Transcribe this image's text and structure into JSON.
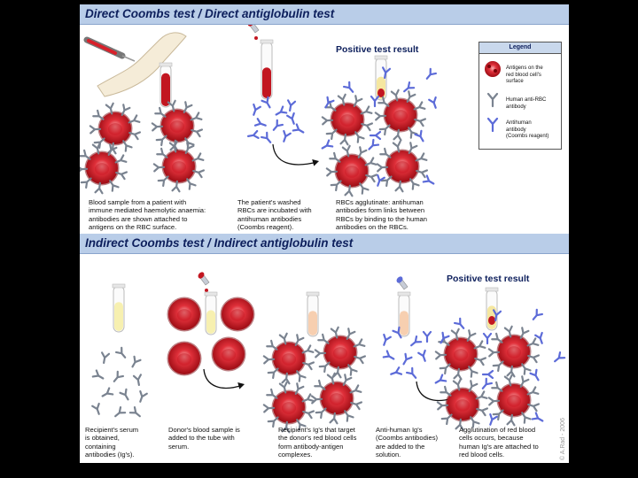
{
  "top": {
    "title": "Direct Coombs test / Direct antiglobulin test",
    "positive": "Positive test result",
    "captions": [
      "Blood sample from a patient with\nimmune mediated haemolytic anaemia:\nantibodies are shown attached to\nantigens on the RBC surface.",
      "The patient's washed\nRBCs are incubated with\nantihuman antibodies\n(Coombs reagent).",
      "RBCs agglutinate: antihuman\nantibodies form links between\nRBCs by binding to the human\nantibodies on the RBCs."
    ]
  },
  "bottom": {
    "title": "Indirect Coombs test / Indirect antiglobulin test",
    "positive": "Positive test result",
    "captions": [
      "Recipient's serum\nis obtained,\ncontaining\nantibodies (Ig's).",
      "Donor's blood sample is\nadded to the tube with\nserum.",
      "Recipient's Ig's that target\nthe donor's red blood cells\nform antibody-antigen\ncomplexes.",
      "Anti-human Ig's\n(Coombs antibodies)\nare added to the\nsolution.",
      "Agglutination of red blood\ncells occurs, because\nhuman Ig's are attached to\nred blood cells."
    ]
  },
  "legend": {
    "title": "Legend",
    "items": [
      "Antigens on the\nred blood cell's\nsurface",
      "Human anti-RBC\nantibody",
      "Antihuman\nantibody\n(Coombs reagent)"
    ]
  },
  "copyright": "© A.Rad - 2006",
  "colors": {
    "rbc": "#d8202a",
    "rbc_dark": "#a40f18",
    "human_ab": "#7a8390",
    "antihuman_ab": "#5c6bd8",
    "header": "#b9cde8"
  }
}
